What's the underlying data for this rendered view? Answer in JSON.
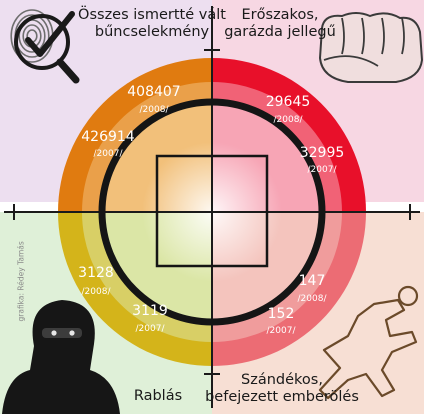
{
  "chart_data": {
    "type": "table",
    "years": [
      "2007",
      "2008"
    ],
    "year_format": "/{y}/",
    "quadrants": [
      {
        "key": "total",
        "title_lines": [
          "Összes ismertté vált",
          "bűncselekmény"
        ],
        "values": {
          "2008": 408407,
          "2007": 426914
        },
        "color_outer": "#e07b10",
        "color_inner": "#f2c07a",
        "background": "#eddff0",
        "icon": "fingerprint-magnifier-check-icon"
      },
      {
        "key": "violent",
        "title_lines": [
          "Erőszakos,",
          "garázda jellegű"
        ],
        "values": {
          "2008": 29645,
          "2007": 32995
        },
        "color_outer": "#e8102a",
        "color_inner": "#f7a5b5",
        "background": "#f7d7e3",
        "icon": "fist-icon"
      },
      {
        "key": "robbery",
        "title_lines": [
          "Rablás"
        ],
        "values": {
          "2008": 3128,
          "2007": 3119
        },
        "color_outer": "#d4b41a",
        "color_inner": "#dbe6a6",
        "background": "#dff0d8",
        "icon": "masked-robber-icon"
      },
      {
        "key": "homicide",
        "title_lines": [
          "Szándékos,",
          "befejezett emberölés"
        ],
        "values": {
          "2008": 147,
          "2007": 152
        },
        "color_outer": "#ec6c74",
        "color_inner": "#f4c4bd",
        "background": "#f7dfd4",
        "icon": "chalk-outline-body-icon"
      }
    ]
  },
  "credit": "grafika: Rédey Tamás"
}
